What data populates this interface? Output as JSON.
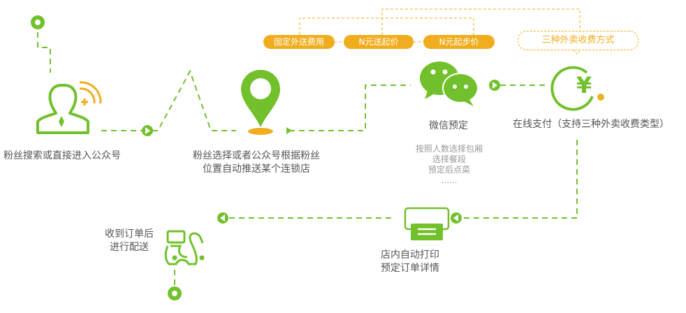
{
  "colors": {
    "green": "#72c02c",
    "orange": "#f0ad1e",
    "text": "#555555",
    "subtext": "#999999"
  },
  "steps": {
    "search": {
      "label": "粉丝搜索或直接进入公众号",
      "icon": "user-wifi-plus-icon"
    },
    "locate": {
      "line1": "粉丝选择或者公众号根据粉丝",
      "line2": "位置自动推送某个连锁店",
      "icon": "map-pin-icon"
    },
    "wechat": {
      "label": "微信预定",
      "icon": "wechat-icon",
      "details": [
        "按照人数选择包厢",
        "选择餐段",
        "预定后点菜",
        "......"
      ]
    },
    "payment": {
      "label": "在线支付（支持三种外卖收费类型）",
      "icon": "yen-circle-icon"
    },
    "print": {
      "line1": "店内自动打印",
      "line2": "预定订单详情",
      "icon": "printer-icon"
    },
    "deliver": {
      "line1": "收到订单后",
      "line2": "进行配送",
      "icon": "scooter-icon"
    }
  },
  "fee_types": {
    "title": "三种外卖收费方式",
    "items": [
      "固定外送费用",
      "N元送起价",
      "N元起步价"
    ]
  }
}
